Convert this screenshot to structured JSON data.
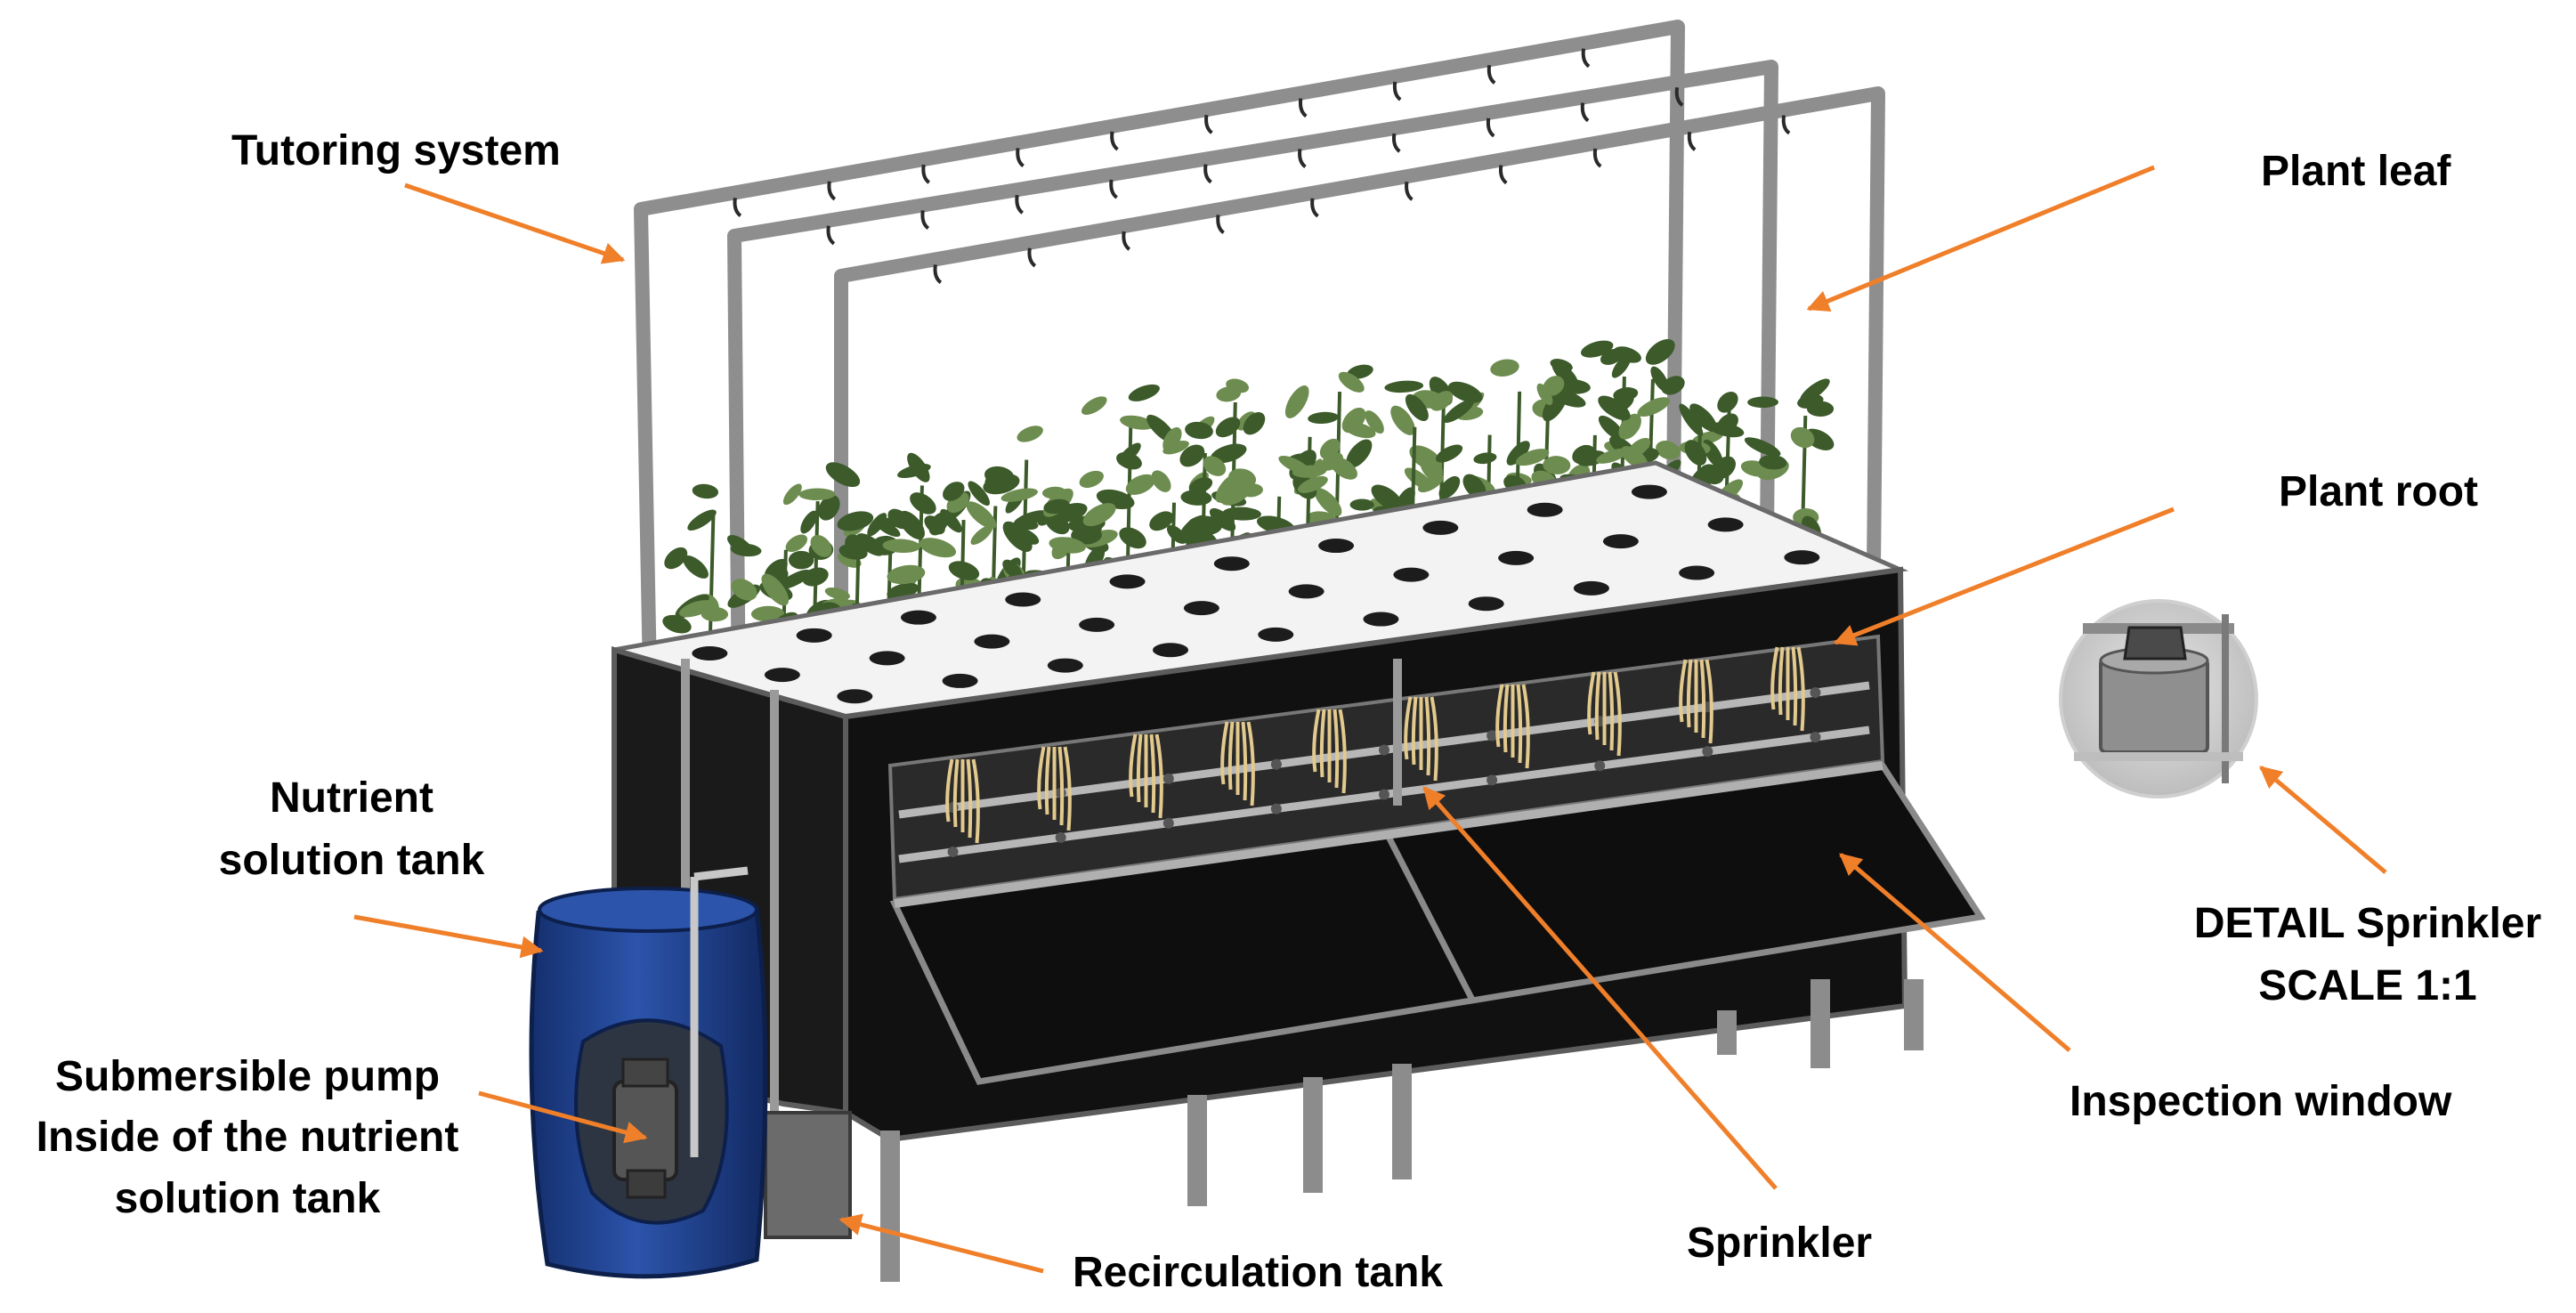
{
  "colors": {
    "arrow": "#f07f2a",
    "frame": "#9a9a9a",
    "frame_dark": "#5c5c5c",
    "tank_body": "#111111",
    "tank_top": "#f5f5f5",
    "leaf": "#3c5a2a",
    "leaf_light": "#6d8c4f",
    "root": "#e2c98d",
    "barrel": "#1d3f8f",
    "barrel_light": "#3d63b8",
    "pump": "#4d4d4d"
  },
  "labels": {
    "tutoring_system": "Tutoring system",
    "plant_leaf": "Plant leaf",
    "plant_root": "Plant root",
    "nutrient_tank_1": "Nutrient",
    "nutrient_tank_2": "solution tank",
    "pump_1": "Submersible pump",
    "pump_2": "Inside of the nutrient",
    "pump_3": "solution tank",
    "recirculation_tank": "Recirculation tank",
    "sprinkler": "Sprinkler",
    "inspection_window": "Inspection window",
    "detail_1": "DETAIL Sprinkler",
    "detail_2": "SCALE 1:1"
  }
}
